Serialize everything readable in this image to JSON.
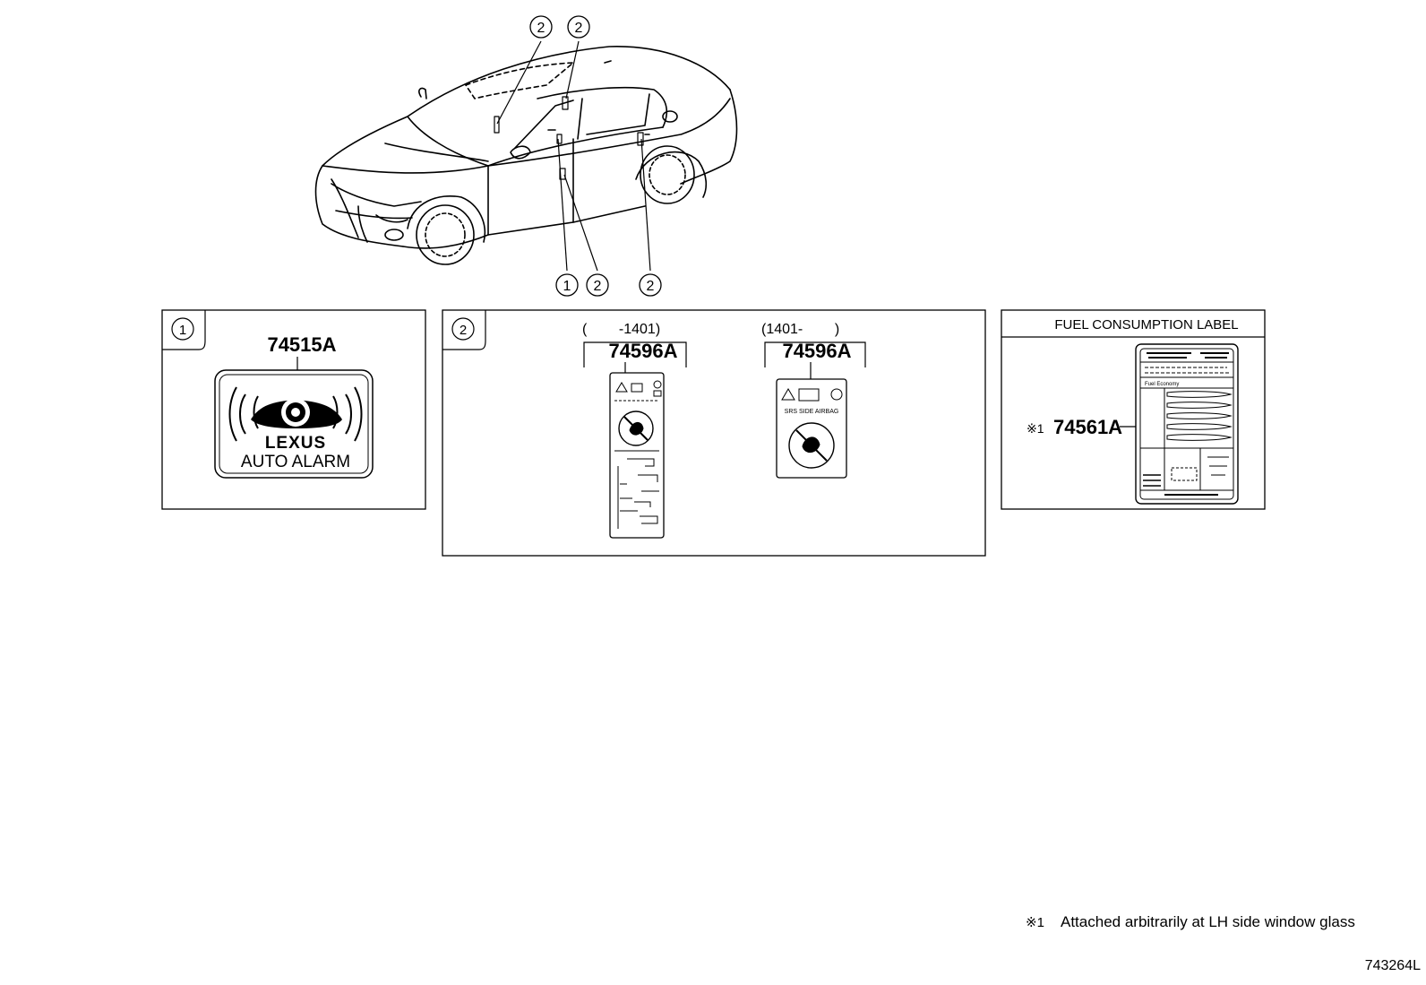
{
  "callouts": {
    "top_a": "2",
    "top_b": "2",
    "bottom_a": "1",
    "bottom_b": "2",
    "bottom_c": "2"
  },
  "panel1": {
    "index": "1",
    "part_number": "74515A",
    "brand": "LEXUS",
    "caption": "AUTO ALARM"
  },
  "panel2": {
    "index": "2",
    "label_a": {
      "range": "(        -1401)",
      "part_number": "74596A"
    },
    "label_b": {
      "range": "(1401-        )",
      "part_number": "74596A",
      "text": "SRS SIDE AIRBAG"
    }
  },
  "panel3": {
    "title": "FUEL CONSUMPTION LABEL",
    "note_mark": "※1",
    "part_number": "74561A",
    "label_heading": "Fuel Economy"
  },
  "footnote": {
    "mark": "※1",
    "text": "Attached arbitrarily at LH side window glass"
  },
  "diagram_code": "743264L"
}
